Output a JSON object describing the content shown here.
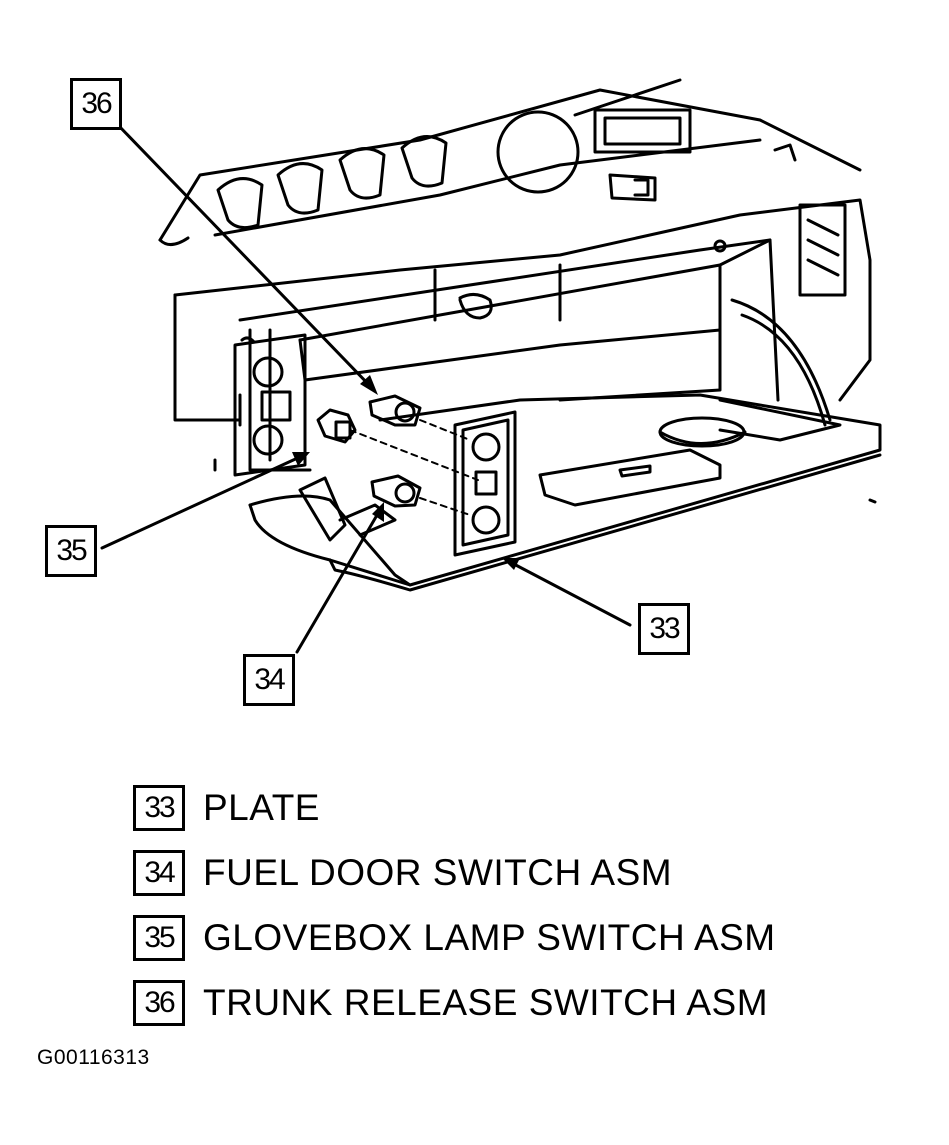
{
  "callouts": {
    "c36": "36",
    "c35": "35",
    "c34": "34",
    "c33": "33"
  },
  "legend": [
    {
      "num": "33",
      "label": "PLATE"
    },
    {
      "num": "34",
      "label": "FUEL DOOR SWITCH ASM"
    },
    {
      "num": "35",
      "label": "GLOVEBOX LAMP SWITCH ASM"
    },
    {
      "num": "36",
      "label": "TRUNK RELEASE SWITCH ASM"
    }
  ],
  "figure_id": "G00116313"
}
